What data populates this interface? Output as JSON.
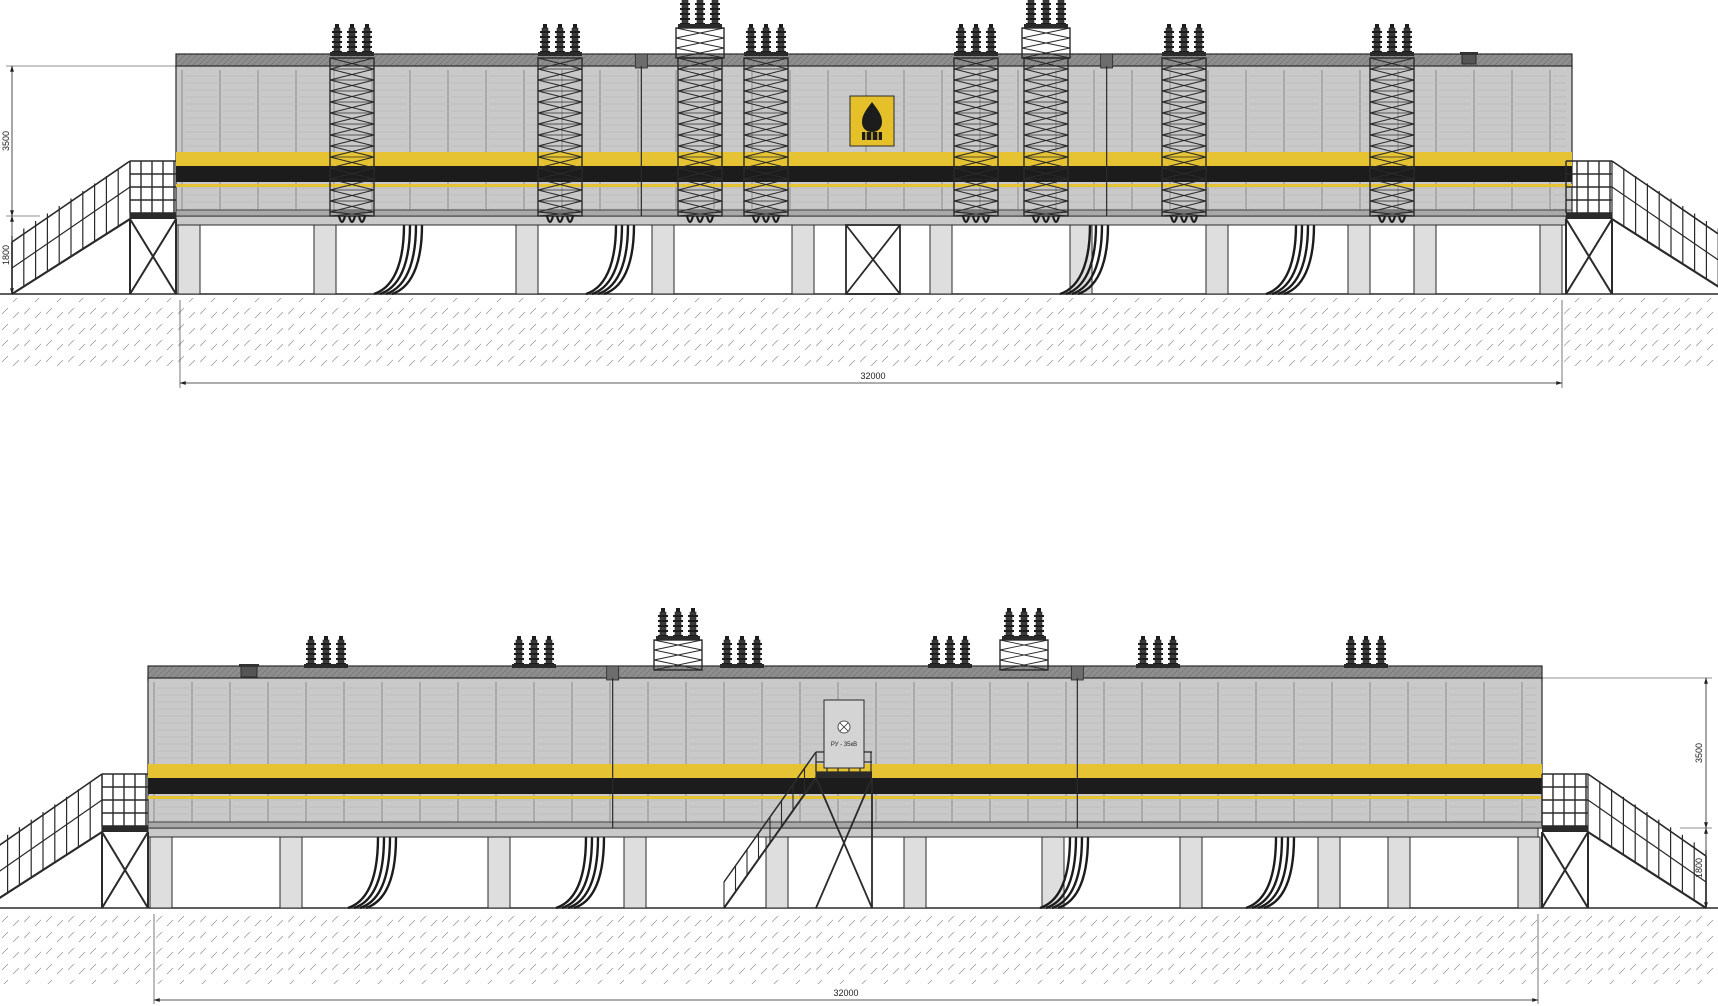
{
  "colors": {
    "wall": "#c9c9c9",
    "wall_dark": "#a9a9a9",
    "roof": "#8e8e8e",
    "yellow": "#e5c332",
    "black": "#1c1c1c",
    "outline": "#2a2a2a",
    "pier": "#dedede",
    "ground_hatch": "#9a9a9a",
    "logo_bg": "#e6c02a"
  },
  "icons": {
    "logo": "company-logo-icon",
    "vent": "roof-vent-icon",
    "door_emblem": "door-emblem-icon"
  },
  "views": [
    {
      "id": "rear",
      "dimensions": {
        "length": "32000",
        "wall_height": "3500",
        "foundation_height": "1800"
      }
    },
    {
      "id": "front",
      "dimensions": {
        "length": "32000",
        "wall_height": "3500",
        "foundation_height": "1800"
      },
      "door_label": "РУ - 35кВ"
    }
  ]
}
